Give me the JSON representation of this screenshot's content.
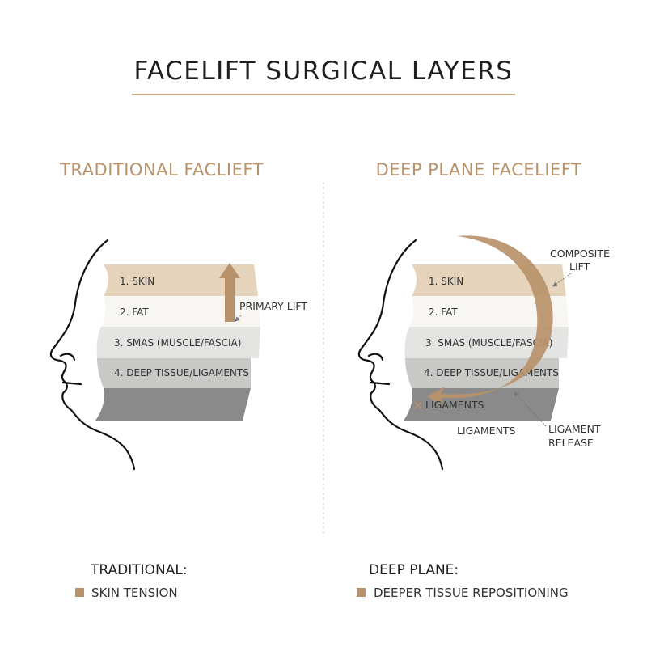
{
  "title": "FACELIFT SURGICAL LAYERS",
  "colors": {
    "accent": "#b8926a",
    "skin": "#e6d3bb",
    "fat": "#f7f6f3",
    "smas": "#e4e4e2",
    "deep": "#c8c8c6",
    "base": "#8a8a8a"
  },
  "layers": [
    "1. SKIN",
    "2. FAT",
    "3. SMAS (MUSCLE/FASCIA)",
    "4. DEEP TISSUE/LIGAMENTS"
  ],
  "traditional": {
    "heading": "TRADITIONAL FACLIEFT",
    "annotation": "PRIMARY LIFT"
  },
  "deep_plane": {
    "heading": "DEEP PLANE FACELIEFT",
    "annotation_composite_1": "COMPOSITE",
    "annotation_composite_2": "LIFT",
    "ligaments_inner": "LIGAMENTS",
    "ligaments_outer": "LIGAMENTS",
    "release_1": "LIGAMENT",
    "release_2": "RELEASE"
  },
  "legend": {
    "traditional_heading": "TRADITIONAL:",
    "traditional_item": "SKIN TENSION",
    "deep_heading": "DEEP PLANE:",
    "deep_item": "DEEPER TISSUE REPOSITIONING"
  }
}
